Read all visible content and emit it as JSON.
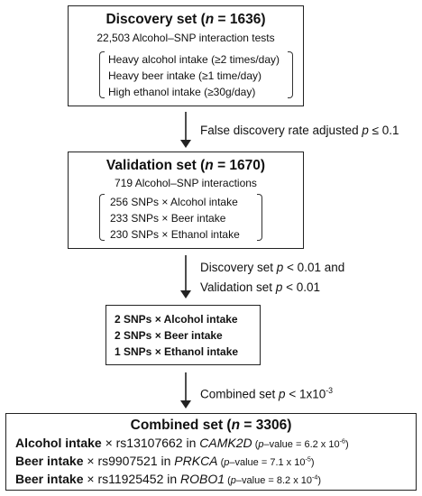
{
  "discovery": {
    "title_pre": "Discovery set (",
    "title_n": "n",
    "title_post": " = 1636)",
    "subtitle": "22,503 Alcohol–SNP interaction tests",
    "items": [
      "Heavy alcohol intake (≥2 times/day)",
      "Heavy beer intake (≥1 time/day)",
      "High ethanol intake (≥30g/day)"
    ]
  },
  "step1": {
    "label_pre": "False discovery rate adjusted ",
    "label_p": "p",
    "label_post": " ≤ 0.1"
  },
  "validation": {
    "title_pre": "Validation set (",
    "title_n": "n",
    "title_post": " = 1670)",
    "subtitle": "719 Alcohol–SNP interactions",
    "items": [
      "256 SNPs × Alcohol intake",
      "233 SNPs × Beer intake",
      "230 SNPs × Ethanol intake"
    ]
  },
  "step2": {
    "line1_pre": "Discovery set ",
    "line1_p": "p",
    "line1_post": " < 0.01 and",
    "line2_pre": "Validation set ",
    "line2_p": "p",
    "line2_post": " < 0.01"
  },
  "replicated": {
    "items": [
      "2 SNPs × Alcohol intake",
      "2 SNPs × Beer intake",
      "1 SNPs × Ethanol intake"
    ]
  },
  "step3": {
    "label_pre": "Combined set ",
    "label_p": "p",
    "label_mid": " < 1x10",
    "label_exp": "-3"
  },
  "combined": {
    "title_pre": "Combined set (",
    "title_n": "n",
    "title_post": " = 3306)",
    "results": [
      {
        "trait": "Alcohol intake",
        "snp": " × rs13107662 in ",
        "gene": "CAMK2D",
        "p_open": " (",
        "p_letter": "p",
        "p_mid": "–value = 6.2 x 10",
        "p_exp": "-6",
        "p_close": ")"
      },
      {
        "trait": "Beer intake",
        "snp": " × rs9907521 in ",
        "gene": "PRKCA",
        "p_open": " (",
        "p_letter": "p",
        "p_mid": "–value = 7.1 x 10",
        "p_exp": "-5",
        "p_close": ")"
      },
      {
        "trait": "Beer intake",
        "snp": " × rs11925452 in ",
        "gene": "ROBO1",
        "p_open": " (",
        "p_letter": "p",
        "p_mid": "–value = 8.2 x 10",
        "p_exp": "-4",
        "p_close": ")"
      }
    ]
  }
}
